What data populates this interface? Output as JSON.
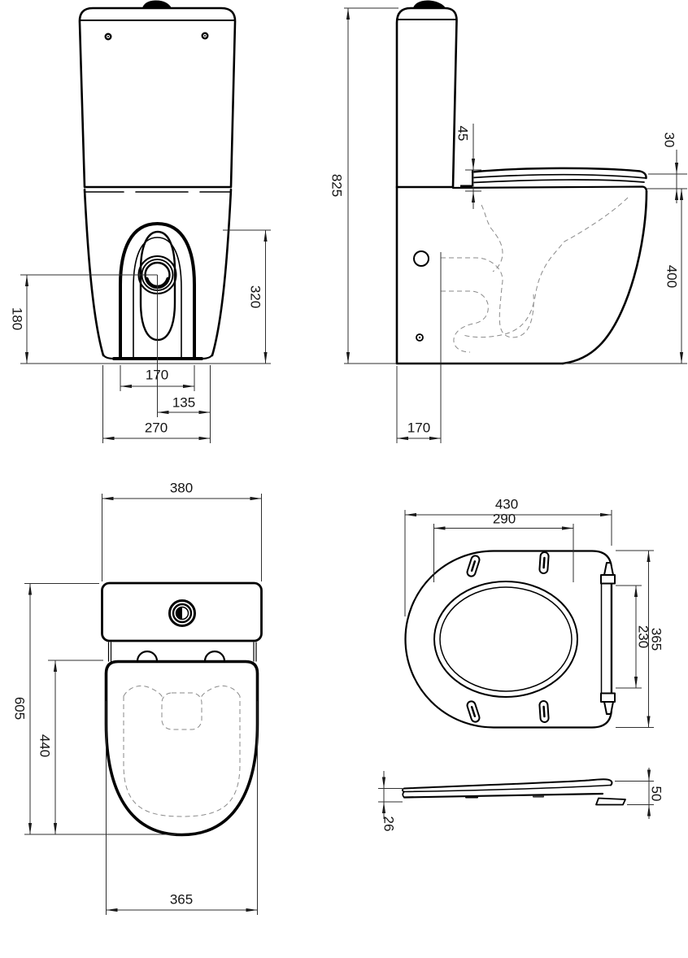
{
  "drawing": {
    "colors": {
      "ink": "#000000",
      "dim_line": "#2f2f2f",
      "hidden_line": "#8a8a8a",
      "paper": "#ffffff"
    },
    "views": {
      "front": {
        "dims": {
          "drain_height": "180",
          "opening_height": "320",
          "foot_width": "170",
          "center_offset": "135",
          "base_width": "270"
        }
      },
      "side": {
        "dims": {
          "total_height": "825",
          "seat_rear": "45",
          "seat_front": "30",
          "bowl_height": "400",
          "outlet_to_wall": "170"
        }
      },
      "plan": {
        "dims": {
          "cistern_width": "380",
          "total_depth": "605",
          "bowl_depth": "440",
          "bowl_width": "365"
        }
      },
      "seat_plan": {
        "dims": {
          "width": "430",
          "inner_width": "290",
          "hinge_span": "230",
          "depth": "365"
        }
      },
      "seat_profile": {
        "dims": {
          "thickness": "26",
          "hinge_height": "50"
        }
      }
    }
  }
}
